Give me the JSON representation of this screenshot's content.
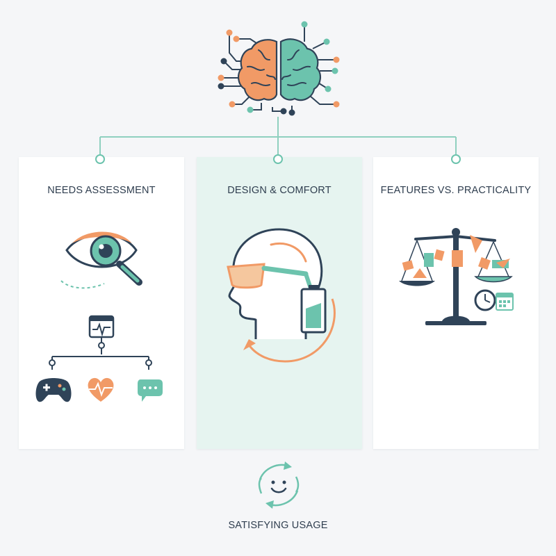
{
  "colors": {
    "background": "#f5f6f8",
    "navy": "#2f4358",
    "teal": "#6cc3ad",
    "teal_light": "#e6f4f0",
    "orange": "#f19a66",
    "line": "#8fd0bf"
  },
  "icons": {
    "top": "brain-circuit-icon",
    "panel_1": [
      "eye-magnifier-icon",
      "monitor-pulse-icon",
      "gamepad-icon",
      "heart-pulse-icon",
      "chat-bubble-icon"
    ],
    "panel_2": [
      "head-glasses-battery-icon"
    ],
    "panel_3": [
      "balance-scale-icon",
      "clock-icon",
      "calendar-icon"
    ],
    "footer": "smiley-cycle-icon"
  },
  "panels": [
    {
      "title": "NEEDS ASSESSMENT"
    },
    {
      "title": "DESIGN & COMFORT"
    },
    {
      "title": "FEATURES VS. PRACTICALITY"
    }
  ],
  "footer": {
    "label": "SATISFYING USAGE"
  }
}
